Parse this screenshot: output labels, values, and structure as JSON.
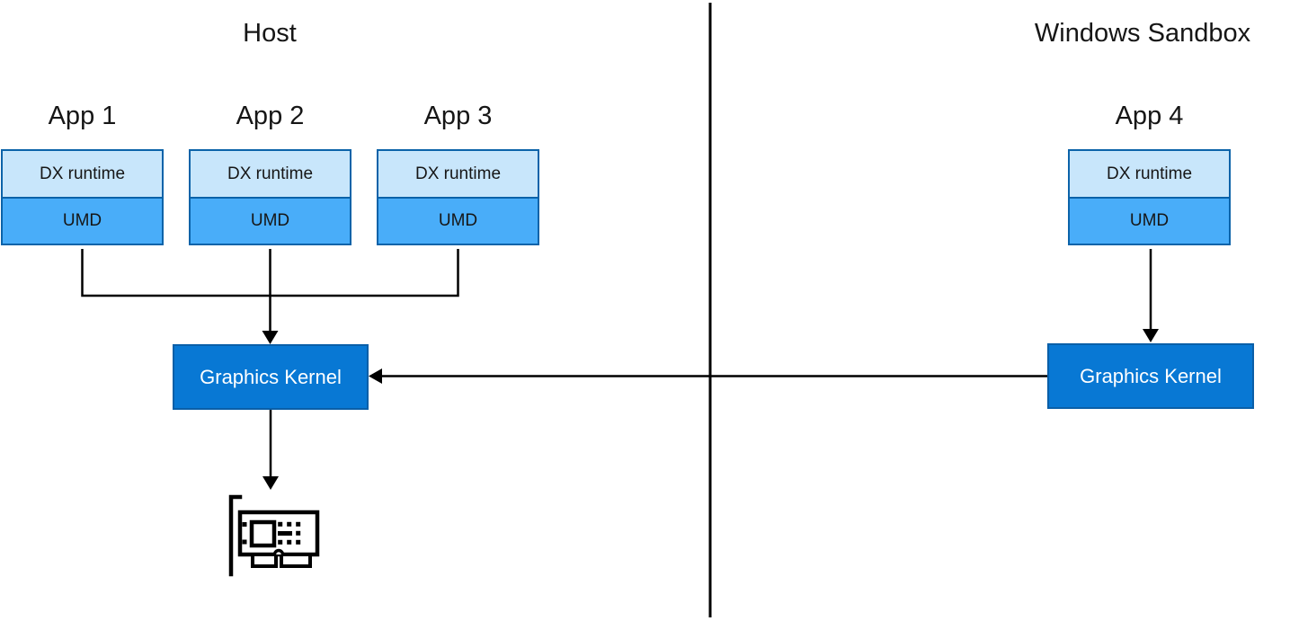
{
  "host": {
    "title": "Host",
    "apps": [
      {
        "label": "App 1",
        "layers": [
          "DX runtime",
          "UMD"
        ]
      },
      {
        "label": "App 2",
        "layers": [
          "DX runtime",
          "UMD"
        ]
      },
      {
        "label": "App 3",
        "layers": [
          "DX runtime",
          "UMD"
        ]
      }
    ],
    "kernel_label": "Graphics Kernel"
  },
  "sandbox": {
    "title": "Windows Sandbox",
    "apps": [
      {
        "label": "App 4",
        "layers": [
          "DX runtime",
          "UMD"
        ]
      }
    ],
    "kernel_label": "Graphics Kernel"
  },
  "icons": {
    "gpu": "graphics-card-icon"
  },
  "colors": {
    "dx_runtime_fill": "#C8E6FB",
    "umd_fill": "#49ADF9",
    "box_border": "#0B63A9",
    "kernel_fill": "#0878D4",
    "kernel_border": "#0A5FA8",
    "kernel_text": "#FFFFFF",
    "line": "#000000"
  }
}
